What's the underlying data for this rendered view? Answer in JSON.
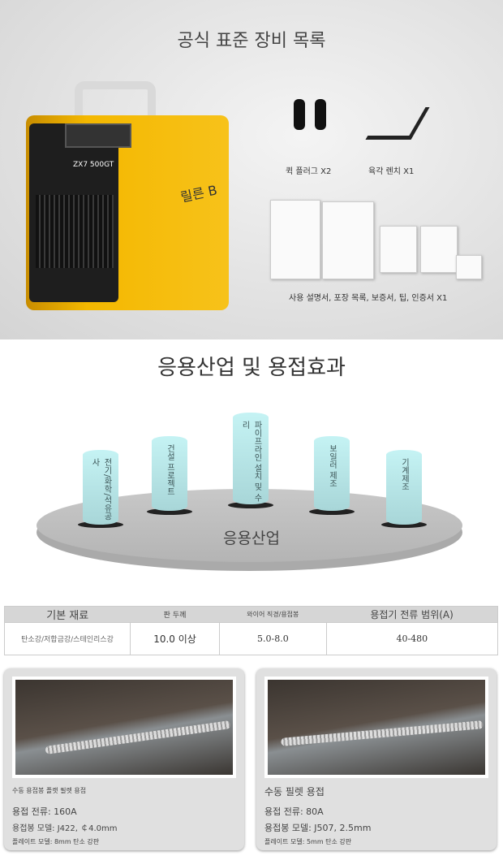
{
  "equipment": {
    "title": "공식 표준 장비 목록",
    "machine_model": "ZX7 500GT",
    "machine_brand": "릴른 B",
    "accessories": [
      {
        "label": "퀵 플러그 X2"
      },
      {
        "label": "육각 렌치 X1"
      },
      {
        "label": "사용 설명서, 포장 목록, 보증서, 팁, 인증서 X1"
      }
    ]
  },
  "industry": {
    "title": "응용산업 및 용접효과",
    "center_label": "응용산업",
    "pillars": [
      "전기/화학/석유공사",
      "건설 프로젝트",
      "파이프라인 설치 및 수리",
      "보일러 제조",
      "기계제조"
    ]
  },
  "spec_table": {
    "headers": [
      "기본 재료",
      "판 두께",
      "와이어 직경/용접봉",
      "용접기 전류 범위(A)"
    ],
    "row": [
      "탄소강/저합금강/스테인리스강",
      "10.0 이상",
      "5.0-8.0",
      "40-480"
    ]
  },
  "samples": [
    {
      "title": "수동 용접봉 플랫 필렛 용접",
      "current": "용접 전류: 160A",
      "rod": "용접봉 모델: J422, ￠4.0mm",
      "plate": "플레이트 모델: 8mm 탄소 강판"
    },
    {
      "title": "수동 필렛 용접",
      "current": "용접 전류: 80A",
      "rod": "용접봉 모델: J507, 2.5mm",
      "plate": "플레이트 모델: 5mm 탄소 강판"
    }
  ]
}
